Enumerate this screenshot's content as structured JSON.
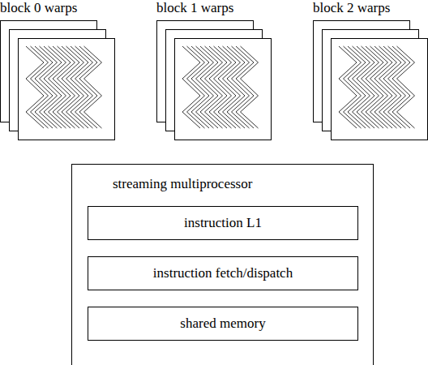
{
  "diagram": {
    "nodes": [
      {
        "text": [
          "block 0 warps"
        ]
      },
      {
        "text": [
          "block 1 warps"
        ]
      },
      {
        "text": [
          "block 2 warps"
        ]
      },
      {
        "text": [
          "streaming multiprocessor"
        ]
      },
      {
        "text": [
          "instruction L1"
        ],
        "in": 3
      },
      {
        "text": [
          "instruction fetch/dispatch"
        ],
        "in": 3
      },
      {
        "text": [
          "shared memory"
        ],
        "in": 3
      }
    ]
  }
}
